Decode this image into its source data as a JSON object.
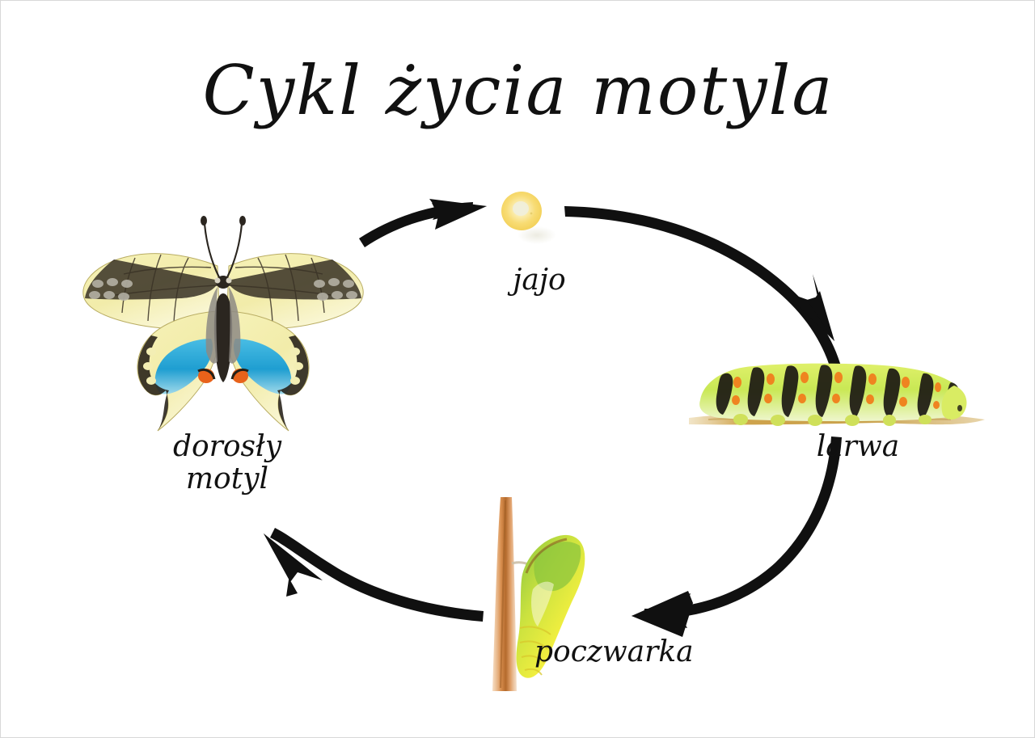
{
  "poster": {
    "title": "Cykl życia motyla",
    "language": "pl",
    "background_color": "#ffffff",
    "border_color": "#d8d8d8",
    "ink_color": "#111111"
  },
  "cycle": {
    "layout": "ellipse",
    "direction": "clockwise",
    "stages": [
      {
        "id": "egg",
        "label": "jajo",
        "position": "top",
        "illustration": "watercolor-egg",
        "colors": {
          "body": "#f7d765",
          "highlight": "#fdf4d2",
          "shadow": "#efeee2"
        }
      },
      {
        "id": "larva",
        "label": "larwa",
        "position": "right",
        "illustration": "watercolor-caterpillar-on-branch",
        "colors": {
          "body": "#c8e65a",
          "band": "#1d1a14",
          "dot": "#ef8420",
          "branch": "#cfa24a"
        }
      },
      {
        "id": "pupa",
        "label": "poczwarka",
        "position": "bottom",
        "illustration": "watercolor-chrysalis-on-twig",
        "colors": {
          "body": "#f2ef45",
          "green": "#8cc63e",
          "twig": "#e0a06a"
        }
      },
      {
        "id": "adult",
        "label": "dorosły\nmotyl",
        "position": "left",
        "illustration": "watercolor-swallowtail-butterfly",
        "colors": {
          "wing": "#f4f0b4",
          "vein": "#2a2419",
          "blue": "#2ea9d8",
          "eyespot": "#e8621a",
          "body": "#2b2620"
        }
      }
    ],
    "arrows": [
      {
        "id": "arrow-adult-to-egg",
        "from": "adult",
        "to": "egg"
      },
      {
        "id": "arrow-egg-to-larva",
        "from": "egg",
        "to": "larva"
      },
      {
        "id": "arrow-larva-to-pupa",
        "from": "larva",
        "to": "pupa"
      },
      {
        "id": "arrow-pupa-to-adult",
        "from": "pupa",
        "to": "adult"
      }
    ]
  }
}
